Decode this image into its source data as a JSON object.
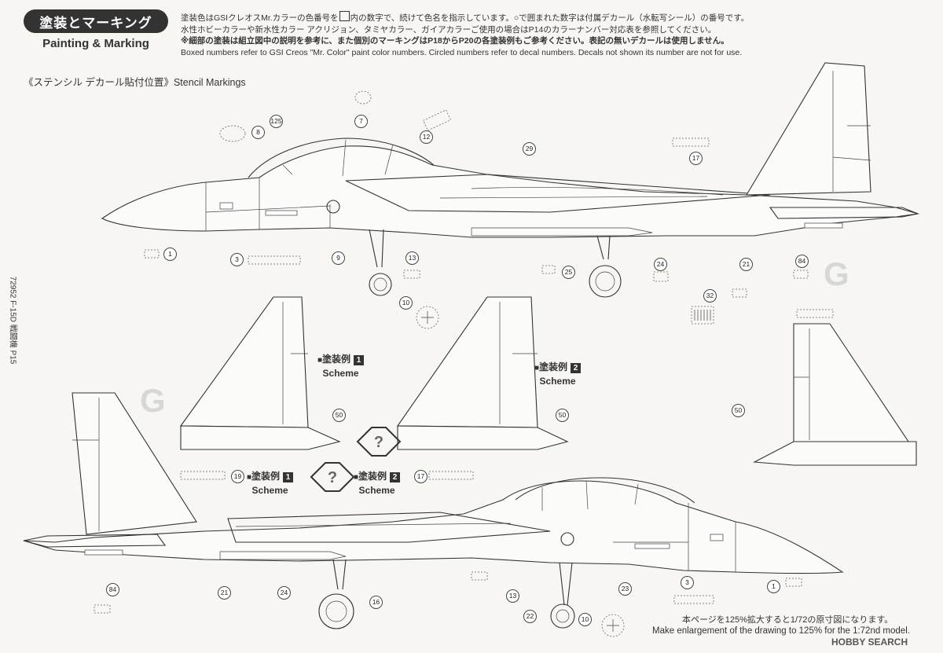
{
  "header": {
    "title": "塗装とマーキング",
    "subtitle": "Painting & Marking",
    "notes": {
      "line1_a": "塗装色はGSIクレオスMr.カラーの色番号を",
      "line1_b": "内の数字で、続けて色名を指示しています。○で囲まれた数字は付属デカール（水転写シール）の番号です。",
      "line2": "水性ホビーカラーや新水性カラー アクリジョン、タミヤカラー、ガイアカラーご使用の場合はP14のカラーナンバー対応表を参照してください。",
      "line3": "※細部の塗装は組立図中の説明を参考に、また個別のマーキングはP18からP20の各塗装例もご参考ください。表記の無いデカールは使用しません。",
      "line4": "Boxed numbers refer to GSI Creos \"Mr. Color\" paint color numbers. Circled numbers refer to decal numbers. Decals not shown its number are not for use."
    },
    "stencil_heading": "《ステンシル デカール貼付位置》Stencil Markings"
  },
  "side_code": "72952 F-15D 戦闘機 P15",
  "schemes": {
    "s1_jp": "塗装例",
    "s1_num": "1",
    "s2_jp": "塗装例",
    "s2_num": "2",
    "en": "Scheme"
  },
  "callouts_top": [
    "1",
    "3",
    "8",
    "125",
    "7",
    "9",
    "10",
    "12",
    "13",
    "29",
    "17",
    "21",
    "24",
    "25",
    "32",
    "84"
  ],
  "callouts_mid": [
    "50",
    "50",
    "50"
  ],
  "callouts_bottom": [
    "19",
    "17",
    "84",
    "21",
    "24",
    "16",
    "22",
    "13",
    "10",
    "23",
    "3",
    "1"
  ],
  "footer": {
    "jp": "本ページを125%拡大すると1/72の原寸図になります。",
    "en": "Make enlargement of the drawing to 125% for the 1:72nd model."
  },
  "watermark": "HOBBY SEARCH",
  "big_g": "G",
  "colors": {
    "ink": "#333333",
    "paper": "#f7f6f3",
    "badge": "#333333"
  }
}
